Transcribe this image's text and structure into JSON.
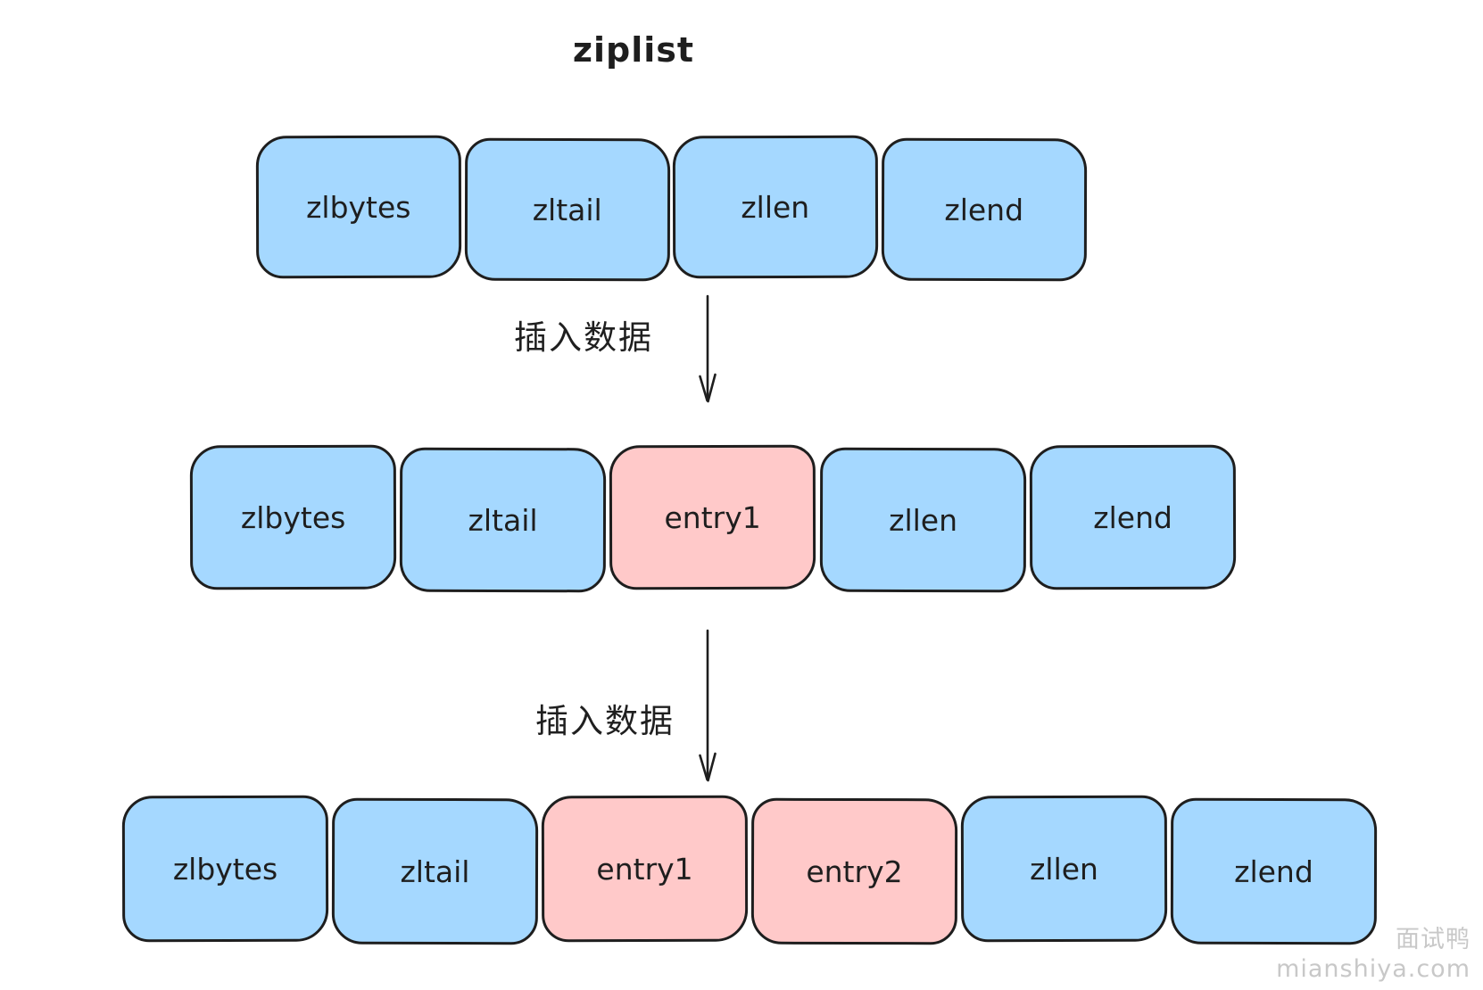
{
  "title": "ziplist",
  "colors": {
    "field_fill": "#a5d8ff",
    "entry_fill": "#ffc9c9",
    "stroke": "#1e1e1e",
    "watermark": "#c8c8c8"
  },
  "arrows": {
    "first_label": "插入数据",
    "second_label": "插入数据"
  },
  "rows": [
    {
      "cells": [
        {
          "label": "zlbytes",
          "type": "field"
        },
        {
          "label": "zltail",
          "type": "field"
        },
        {
          "label": "zllen",
          "type": "field"
        },
        {
          "label": "zlend",
          "type": "field"
        }
      ]
    },
    {
      "cells": [
        {
          "label": "zlbytes",
          "type": "field"
        },
        {
          "label": "zltail",
          "type": "field"
        },
        {
          "label": "entry1",
          "type": "entry"
        },
        {
          "label": "zllen",
          "type": "field"
        },
        {
          "label": "zlend",
          "type": "field"
        }
      ]
    },
    {
      "cells": [
        {
          "label": "zlbytes",
          "type": "field"
        },
        {
          "label": "zltail",
          "type": "field"
        },
        {
          "label": "entry1",
          "type": "entry"
        },
        {
          "label": "entry2",
          "type": "entry"
        },
        {
          "label": "zllen",
          "type": "field"
        },
        {
          "label": "zlend",
          "type": "field"
        }
      ]
    }
  ],
  "watermark": {
    "line1": "面试鸭",
    "line2": "mianshiya.com"
  }
}
